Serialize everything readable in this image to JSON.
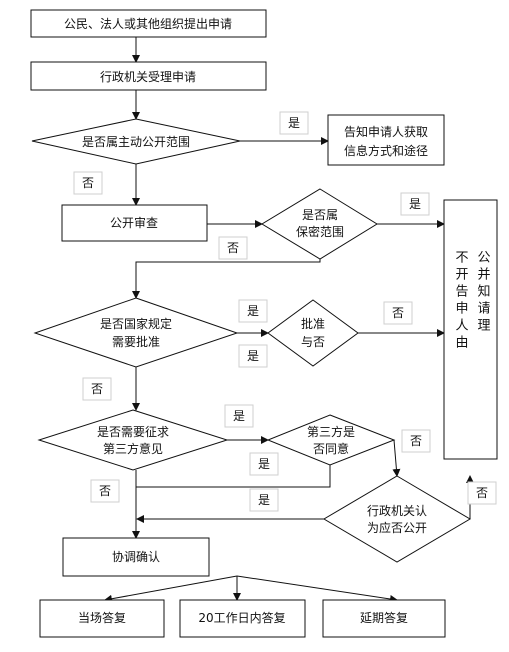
{
  "nodes": {
    "apply": "公民、法人或其他组织提出申请",
    "accept": "行政机关受理申请",
    "active_scope": "是否属主动公开范围",
    "inform_way": [
      "告知申请人获取",
      "信息方式和途径"
    ],
    "review": "公开审查",
    "secret_scope": [
      "是否属",
      "保密范围"
    ],
    "not_public_reason": [
      "不开告申人由",
      "公并知请理"
    ],
    "need_approval": [
      "是否国家规定",
      "需要批准"
    ],
    "approve": [
      "批准",
      "与否"
    ],
    "need_consult": [
      "是否需要征求",
      "第三方意见"
    ],
    "third_party": [
      "第三方是",
      "否同意"
    ],
    "agency_decide": [
      "行政机关认",
      "为应否公开"
    ],
    "coordinate": "协调确认",
    "reply_now": "当场答复",
    "reply_20": "20工作日内答复",
    "reply_delay": "延期答复"
  },
  "labels": {
    "yes": "是",
    "no": "否"
  }
}
